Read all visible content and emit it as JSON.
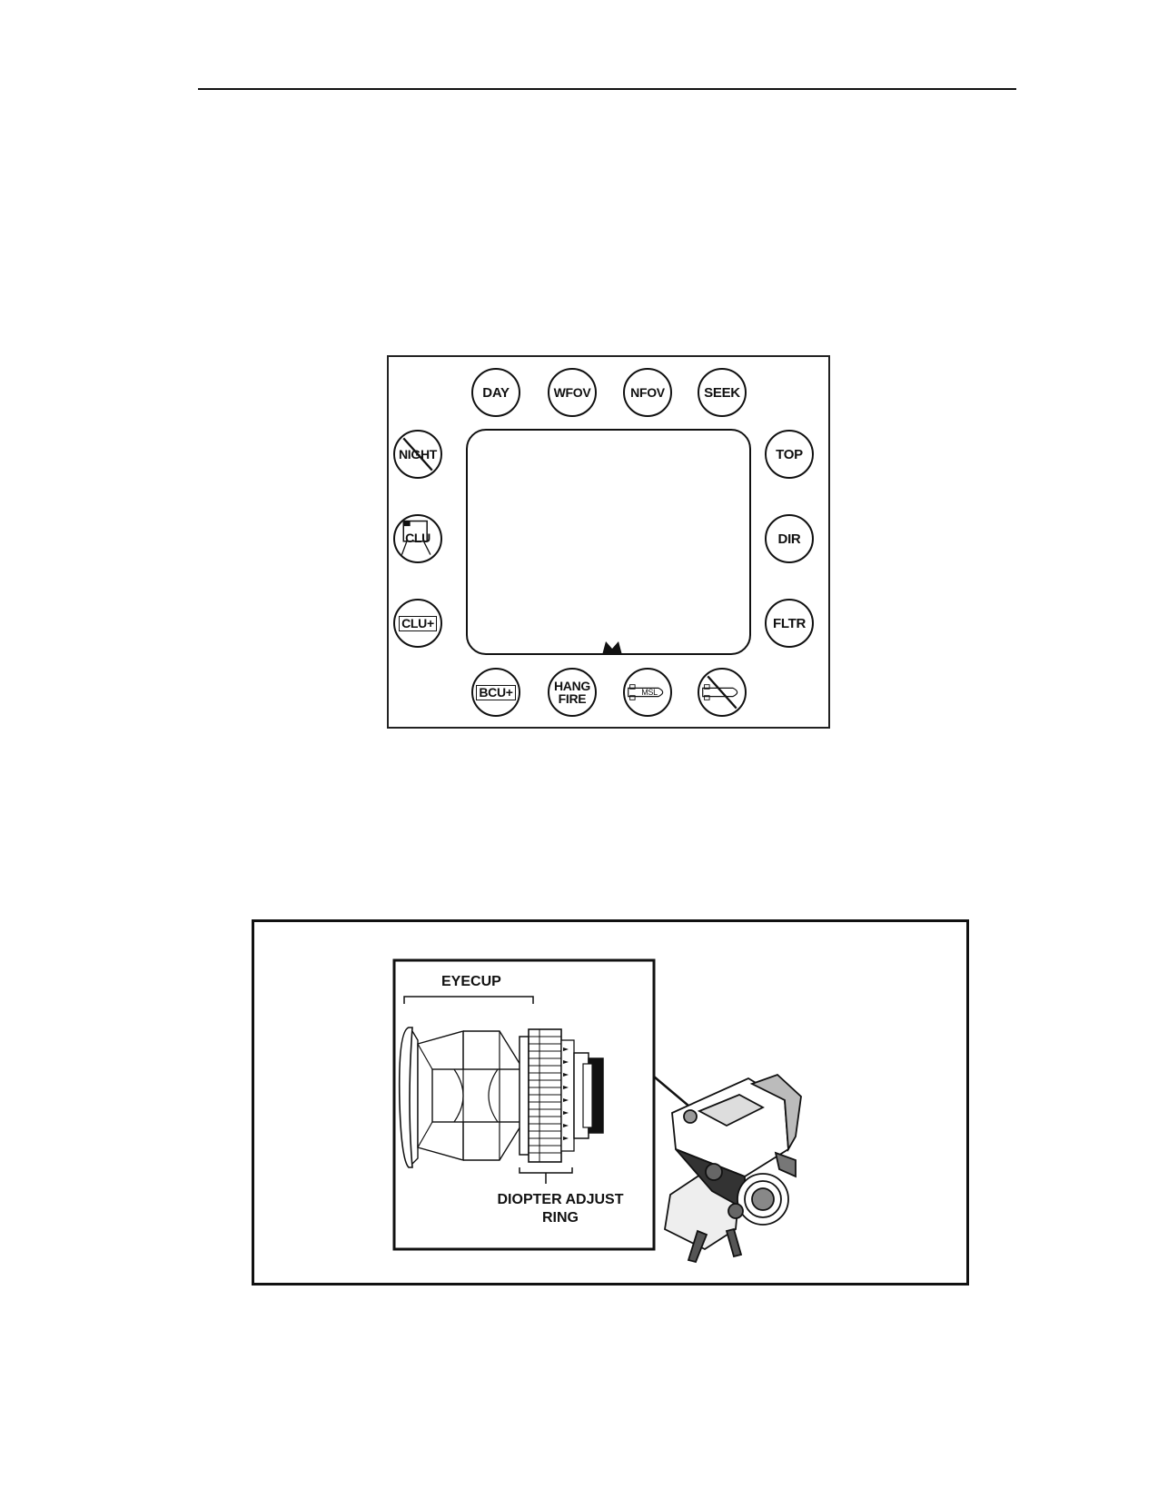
{
  "mfd": {
    "top_buttons": [
      "DAY",
      "WFOV",
      "NFOV",
      "SEEK"
    ],
    "left_buttons": [
      "NIGHT",
      "CLU",
      "CLU+"
    ],
    "right_buttons": [
      "TOP",
      "DIR",
      "FLTR"
    ],
    "bottom_buttons": [
      "BCU+",
      "HANG FIRE",
      "MSL",
      ""
    ],
    "hang_fire_line1": "HANG",
    "hang_fire_line2": "FIRE"
  },
  "eyepiece": {
    "eyecup_label": "EYECUP",
    "diopter_label_line1": "DIOPTER ADJUST",
    "diopter_label_line2": "RING"
  },
  "colors": {
    "ink": "#111111",
    "paper": "#ffffff"
  }
}
